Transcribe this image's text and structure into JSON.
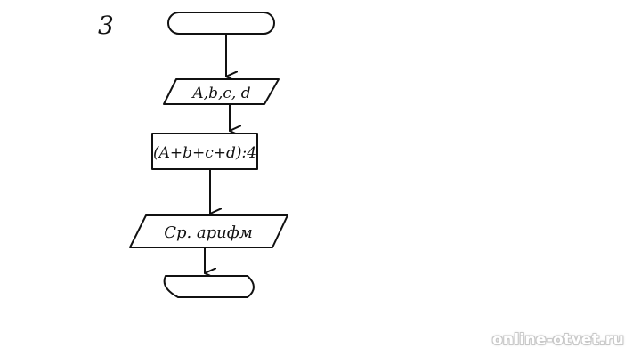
{
  "diagram": {
    "task_number": "3",
    "start_terminal": "",
    "input_block": "A,b,c, d",
    "process_block": "(A+b+c+d):4",
    "output_block": "Ср. арифм",
    "end_terminal": ""
  },
  "watermark": "online-otvet.ru",
  "colors": {
    "ink": "#111111",
    "background": "#ffffff",
    "watermark": "#ffffff"
  }
}
